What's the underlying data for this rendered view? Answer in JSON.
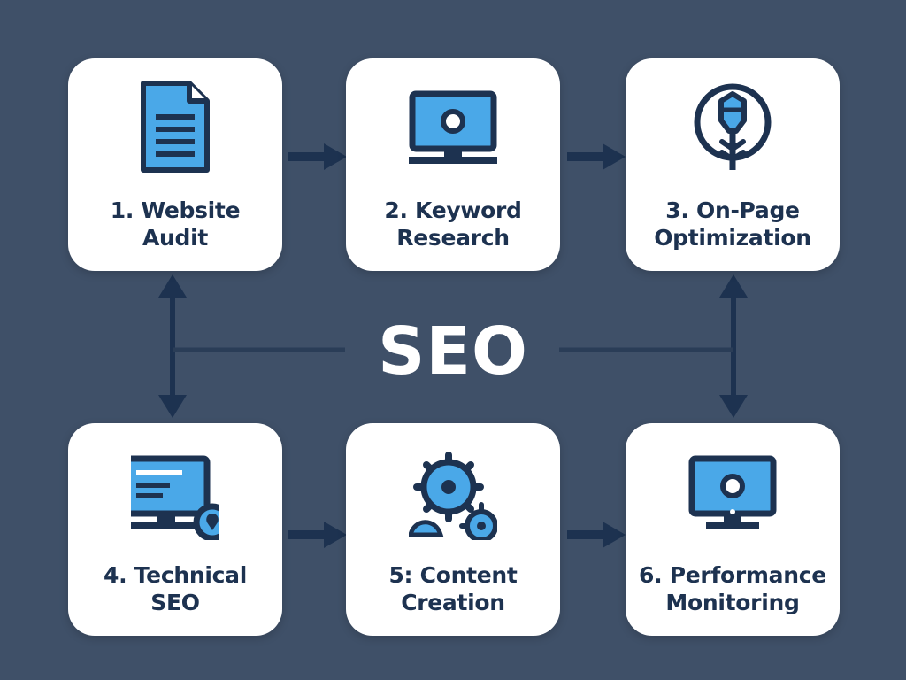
{
  "title": "SEO",
  "steps": [
    {
      "label": "1. Website\nAudit",
      "icon": "document-icon"
    },
    {
      "label": "2. Keyword\nResearch",
      "icon": "monitor-icon"
    },
    {
      "label": "3. On-Page\nOptimization",
      "icon": "target-icon"
    },
    {
      "label": "4. Technical\nSEO",
      "icon": "monitor-location-icon"
    },
    {
      "label": "5: Content\nCreation",
      "icon": "gears-icon"
    },
    {
      "label": "6. Performance\nMonitoring",
      "icon": "monitor-icon"
    }
  ],
  "colors": {
    "background": "#3f5068",
    "card": "#ffffff",
    "ink": "#1d3250",
    "accent": "#4aa8e8",
    "arrow": "#1d3250",
    "line": "#2a3d57"
  }
}
